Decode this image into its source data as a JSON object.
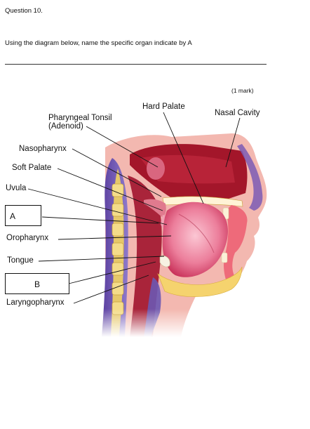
{
  "question": {
    "title": "Question 10.",
    "text": "Using the diagram below, name the specific organ indicate by A",
    "marks": "(1 mark)"
  },
  "labels": {
    "hard_palate": "Hard Palate",
    "nasal_cavity": "Nasal Cavity",
    "pharyngeal_tonsil_line1": "Pharyngeal Tonsil",
    "pharyngeal_tonsil_line2": "(Adenoid)",
    "nasopharynx": "Nasopharynx",
    "soft_palate": "Soft Palate",
    "uvula": "Uvula",
    "box_a": "A",
    "oropharynx": "Oropharynx",
    "tongue": "Tongue",
    "box_b": "B",
    "laryngopharynx": "Laryngopharynx"
  }
}
